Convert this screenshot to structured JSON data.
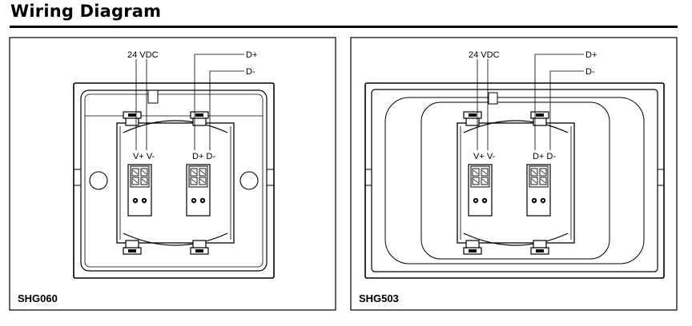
{
  "header": {
    "title": "Wiring Diagram"
  },
  "panels": [
    {
      "model": "SHG060",
      "supply_label": "24 VDC",
      "bus_plus_label": "D+",
      "bus_minus_label": "D-",
      "power_terminals_label": "V+ V-",
      "bus_terminals_label": "D+ D-"
    },
    {
      "model": "SHG503",
      "supply_label": "24 VDC",
      "bus_plus_label": "D+",
      "bus_minus_label": "D-",
      "power_terminals_label": "V+ V-",
      "bus_terminals_label": "D+ D-"
    }
  ]
}
